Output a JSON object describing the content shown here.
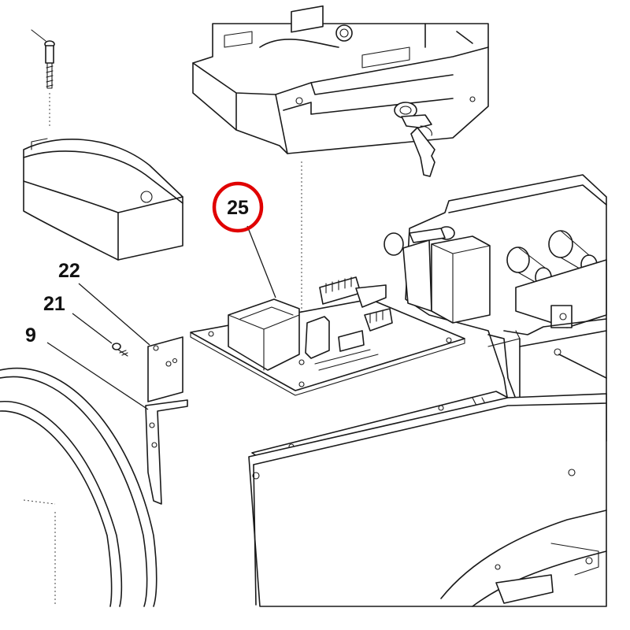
{
  "callouts": {
    "c25": "25",
    "c22": "22",
    "c21": "21",
    "c9": "9"
  },
  "colors": {
    "highlight_ring": "#e00000",
    "line": "#1a1a1a",
    "background": "#ffffff"
  }
}
